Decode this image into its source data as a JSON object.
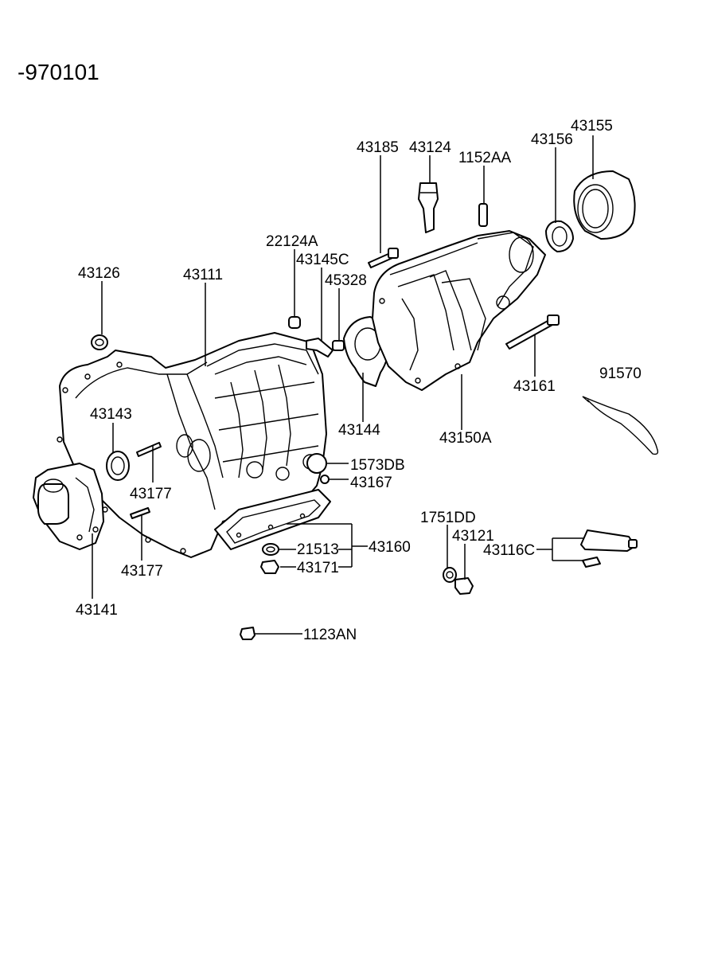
{
  "title": "-970101",
  "parts": [
    {
      "id": "43185",
      "label": "43185"
    },
    {
      "id": "43124",
      "label": "43124"
    },
    {
      "id": "1152AA",
      "label": "1152AA"
    },
    {
      "id": "43156",
      "label": "43156"
    },
    {
      "id": "43155",
      "label": "43155"
    },
    {
      "id": "22124A",
      "label": "22124A"
    },
    {
      "id": "43145C",
      "label": "43145C"
    },
    {
      "id": "45328",
      "label": "45328"
    },
    {
      "id": "43126",
      "label": "43126"
    },
    {
      "id": "43111",
      "label": "43111"
    },
    {
      "id": "43161",
      "label": "43161"
    },
    {
      "id": "91570",
      "label": "91570"
    },
    {
      "id": "43143",
      "label": "43143"
    },
    {
      "id": "43144",
      "label": "43144"
    },
    {
      "id": "43150A",
      "label": "43150A"
    },
    {
      "id": "1573DB",
      "label": "1573DB"
    },
    {
      "id": "43167",
      "label": "43167"
    },
    {
      "id": "43177a",
      "label": "43177"
    },
    {
      "id": "43177b",
      "label": "43177"
    },
    {
      "id": "1751DD",
      "label": "1751DD"
    },
    {
      "id": "43121",
      "label": "43121"
    },
    {
      "id": "43116C",
      "label": "43116C"
    },
    {
      "id": "21513",
      "label": "21513"
    },
    {
      "id": "43160",
      "label": "43160"
    },
    {
      "id": "43171",
      "label": "43171"
    },
    {
      "id": "43141",
      "label": "43141"
    },
    {
      "id": "1123AN",
      "label": "1123AN"
    }
  ]
}
